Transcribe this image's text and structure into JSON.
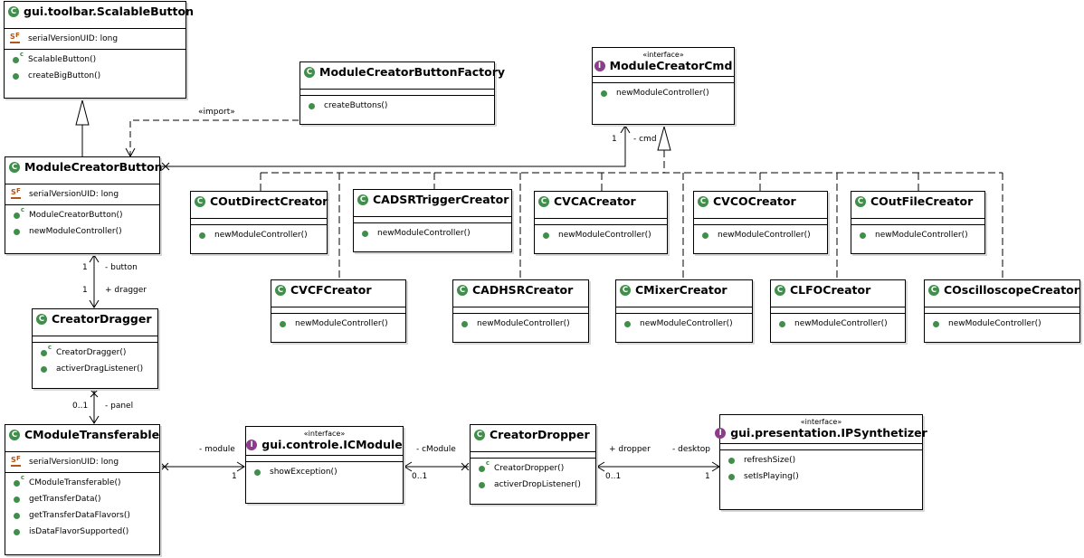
{
  "classes": {
    "scalable_button": {
      "name": "gui.toolbar.ScalableButton",
      "kind": "class",
      "fields": [
        "serialVersionUID: long"
      ],
      "methods": [
        {
          "label": "ScalableButton()",
          "ctor": true
        },
        {
          "label": "createBigButton()",
          "ctor": false
        }
      ]
    },
    "factory": {
      "name": "ModuleCreatorButtonFactory",
      "kind": "class",
      "methods": [
        {
          "label": "createButtons()",
          "ctor": false
        }
      ]
    },
    "cmd": {
      "name": "ModuleCreatorCmd",
      "kind": "interface",
      "stereotype": "«interface»",
      "methods": [
        {
          "label": "newModuleController()",
          "ctor": false
        }
      ]
    },
    "mcb": {
      "name": "ModuleCreatorButton",
      "kind": "class",
      "fields": [
        "serialVersionUID: long"
      ],
      "methods": [
        {
          "label": "ModuleCreatorButton()",
          "ctor": true
        },
        {
          "label": "newModuleController()",
          "ctor": false
        }
      ]
    },
    "coutdirect": {
      "name": "COutDirectCreator",
      "kind": "class",
      "methods": [
        {
          "label": "newModuleController()",
          "ctor": false
        }
      ]
    },
    "cadsrtrig": {
      "name": "CADSRTriggerCreator",
      "kind": "class",
      "methods": [
        {
          "label": "newModuleController()",
          "ctor": false
        }
      ]
    },
    "cvca": {
      "name": "CVCACreator",
      "kind": "class",
      "methods": [
        {
          "label": "newModuleController()",
          "ctor": false
        }
      ]
    },
    "cvco": {
      "name": "CVCOCreator",
      "kind": "class",
      "methods": [
        {
          "label": "newModuleController()",
          "ctor": false
        }
      ]
    },
    "coutfile": {
      "name": "COutFileCreator",
      "kind": "class",
      "methods": [
        {
          "label": "newModuleController()",
          "ctor": false
        }
      ]
    },
    "cvcf": {
      "name": "CVCFCreator",
      "kind": "class",
      "methods": [
        {
          "label": "newModuleController()",
          "ctor": false
        }
      ]
    },
    "cadhsr": {
      "name": "CADHSRCreator",
      "kind": "class",
      "methods": [
        {
          "label": "newModuleController()",
          "ctor": false
        }
      ]
    },
    "cmixer": {
      "name": "CMixerCreator",
      "kind": "class",
      "methods": [
        {
          "label": "newModuleController()",
          "ctor": false
        }
      ]
    },
    "clfo": {
      "name": "CLFOCreator",
      "kind": "class",
      "methods": [
        {
          "label": "newModuleController()",
          "ctor": false
        }
      ]
    },
    "cosc": {
      "name": "COscilloscopeCreator",
      "kind": "class",
      "methods": [
        {
          "label": "newModuleController()",
          "ctor": false
        }
      ]
    },
    "dragger": {
      "name": "CreatorDragger",
      "kind": "class",
      "methods": [
        {
          "label": "CreatorDragger()",
          "ctor": true
        },
        {
          "label": "activerDragListener()",
          "ctor": false
        }
      ]
    },
    "transferable": {
      "name": "CModuleTransferable",
      "kind": "class",
      "fields": [
        "serialVersionUID: long"
      ],
      "methods": [
        {
          "label": "CModuleTransferable()",
          "ctor": true
        },
        {
          "label": "getTransferData()",
          "ctor": false
        },
        {
          "label": "getTransferDataFlavors()",
          "ctor": false
        },
        {
          "label": "isDataFlavorSupported()",
          "ctor": false
        }
      ]
    },
    "icmodule": {
      "name": "gui.controle.ICModule",
      "kind": "interface",
      "stereotype": "«interface»",
      "methods": [
        {
          "label": "showException()",
          "ctor": false
        }
      ]
    },
    "dropper": {
      "name": "CreatorDropper",
      "kind": "class",
      "methods": [
        {
          "label": "CreatorDropper()",
          "ctor": true
        },
        {
          "label": "activerDropListener()",
          "ctor": false
        }
      ]
    },
    "ipsynth": {
      "name": "gui.presentation.IPSynthetizer",
      "kind": "interface",
      "stereotype": "«interface»",
      "methods": [
        {
          "label": "refreshSize()",
          "ctor": false
        },
        {
          "label": "setIsPlaying()",
          "ctor": false
        }
      ]
    }
  },
  "labels": {
    "import": "«import»",
    "cmd_mult": "1",
    "cmd_role": "- cmd",
    "button_mult": "1",
    "button_role": "- button",
    "dragger_mult": "1",
    "dragger_role": "+ dragger",
    "panel_mult": "0..1",
    "panel_role": "- panel",
    "module_role": "- module",
    "module_mult": "1",
    "cmodule_role": "- cModule",
    "cmodule_mult": "0..1",
    "dropper_role": "+ dropper",
    "dropper_mult": "0..1",
    "desktop_role": "- desktop",
    "desktop_mult": "1"
  }
}
